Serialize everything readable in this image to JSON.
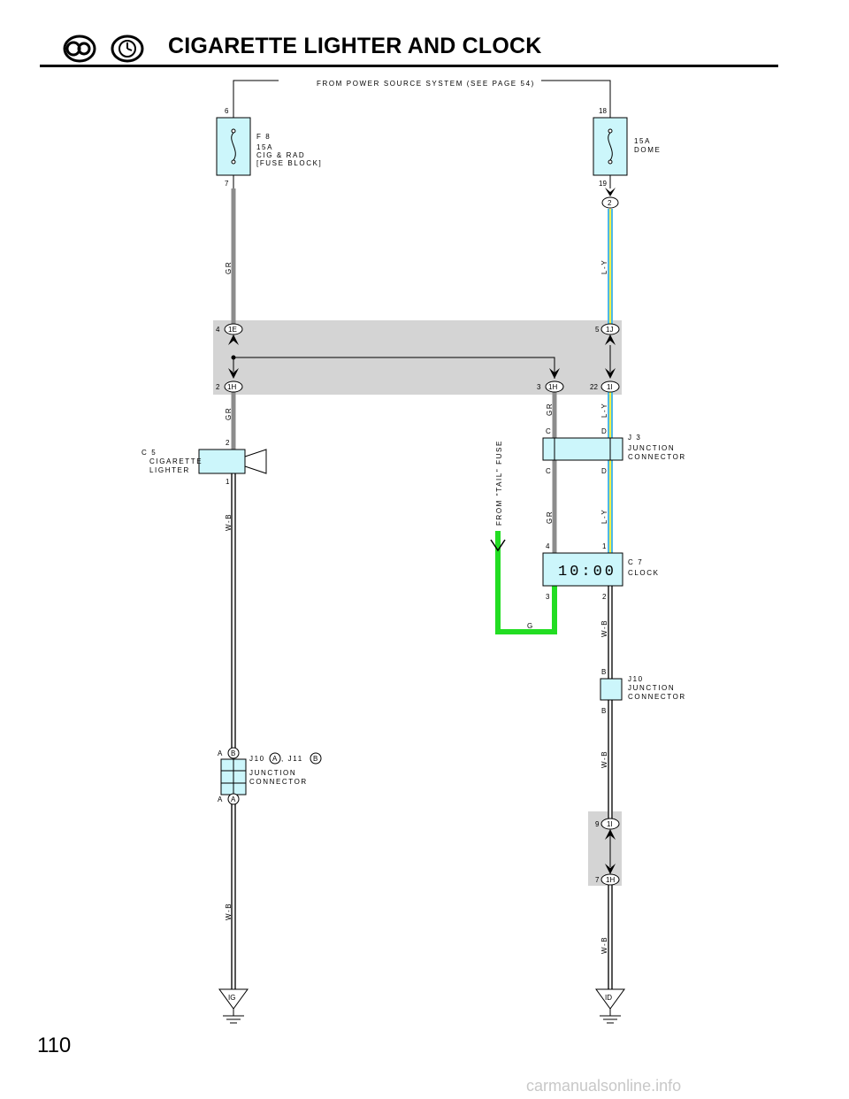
{
  "page": {
    "title": "CIGARETTE LIGHTER AND CLOCK",
    "number": "110",
    "watermark": "carmanualsonline.info"
  },
  "icons": [
    "cigarette-lighter-icon",
    "clock-icon"
  ],
  "colors": {
    "gr_wire": "#8c8c8c",
    "ly_wire_blue": "#4fb8e6",
    "ly_wire_yellow": "#f2f04a",
    "wb_wire": "#555555",
    "g_wire": "#22dd22",
    "component_fill": "#ccf6fb",
    "junction_block": "#d4d4d4"
  },
  "diagram": {
    "source_label": "FROM POWER SOURCE SYSTEM (SEE PAGE 54)",
    "tail_label": "FROM \"TAIL\" FUSE",
    "fuse_left": {
      "in_pin": "6",
      "out_pin": "7",
      "id": "F 8",
      "rating": "15A",
      "name": "CIG & RAD",
      "location": "[FUSE BLOCK]"
    },
    "fuse_right": {
      "in_pin": "18",
      "out_pin": "19",
      "rating": "15A",
      "name": "DOME"
    },
    "connector_right_top": "2",
    "junction_block": {
      "left_top": {
        "pin": "4",
        "code": "1E"
      },
      "right_top": {
        "pin": "5",
        "code": "1J"
      },
      "left_bottom": {
        "pin": "2",
        "code": "1H"
      },
      "mid_bottom": {
        "pin": "3",
        "code": "1H"
      },
      "right_bottom": {
        "pin": "22",
        "code": "1I"
      }
    },
    "junction_block_2": {
      "top": {
        "pin": "9",
        "code": "1I"
      },
      "bottom": {
        "pin": "7",
        "code": "1H"
      }
    },
    "wires": {
      "gr": "GR",
      "ly": "L-Y",
      "wb": "W-B",
      "g": "G"
    },
    "cigarette_lighter": {
      "id": "C 5",
      "line1": "CIGARETTE",
      "line2": "LIGHTER",
      "pin_top": "2",
      "pin_bottom": "1"
    },
    "j3": {
      "id": "J 3",
      "line1": "JUNCTION",
      "line2": "CONNECTOR",
      "pin_c_top": "C",
      "pin_d_top": "D",
      "pin_c_bottom": "C",
      "pin_d_bottom": "D"
    },
    "clock": {
      "id": "C 7",
      "name": "CLOCK",
      "display": "10:00",
      "pin_4": "4",
      "pin_1": "1",
      "pin_3": "3",
      "pin_2": "2"
    },
    "j10_right": {
      "id": "J10",
      "line1": "JUNCTION",
      "line2": "CONNECTOR",
      "pin_top": "B",
      "pin_bottom": "B"
    },
    "j10_j11": {
      "id_a": "J10",
      "tag_a": "A",
      "sep": ", J11",
      "tag_b": "B",
      "line1": "JUNCTION",
      "line2": "CONNECTOR",
      "top_letter": "A",
      "top_tag": "B",
      "bottom_letter": "A",
      "bottom_tag": "A"
    },
    "grounds": {
      "left": "IG",
      "right": "ID"
    }
  }
}
